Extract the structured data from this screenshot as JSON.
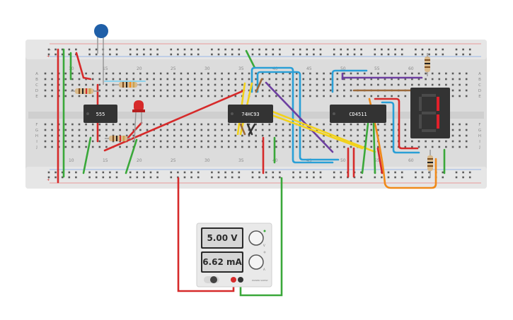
{
  "breadboard": {
    "column_numbers_top": [
      "10",
      "15",
      "20",
      "25",
      "30",
      "35",
      "40",
      "45",
      "50",
      "55",
      "60"
    ],
    "column_numbers_bottom": [
      "10",
      "15",
      "20",
      "25",
      "30",
      "35",
      "40",
      "45",
      "50",
      "55",
      "60"
    ],
    "row_letters_top": [
      "A",
      "B",
      "C",
      "D",
      "E"
    ],
    "row_letters_bottom": [
      "F",
      "G",
      "H",
      "I",
      "J"
    ],
    "rail_plus": "+",
    "rail_minus": "−"
  },
  "chips": {
    "timer": "555",
    "counter": "74HC93",
    "decoder": "CD4511"
  },
  "display": {
    "digit": "1"
  },
  "power_supply": {
    "voltage": "5.00 V",
    "current": "6.62 mA",
    "knob_small_1": "V",
    "knob_small_2": "A",
    "brand": "POWER SUPPLY"
  },
  "colors": {
    "red_wire": "#d62a2a",
    "green_wire": "#3aa83a",
    "blue_wire": "#2a9fd6",
    "yellow_wire": "#f2d21b",
    "purple_wire": "#6d3fa0",
    "orange_wire": "#f08a1a",
    "brown_wire": "#9b6a3c",
    "black_wire": "#333333",
    "segment_on": "#e0202a"
  }
}
